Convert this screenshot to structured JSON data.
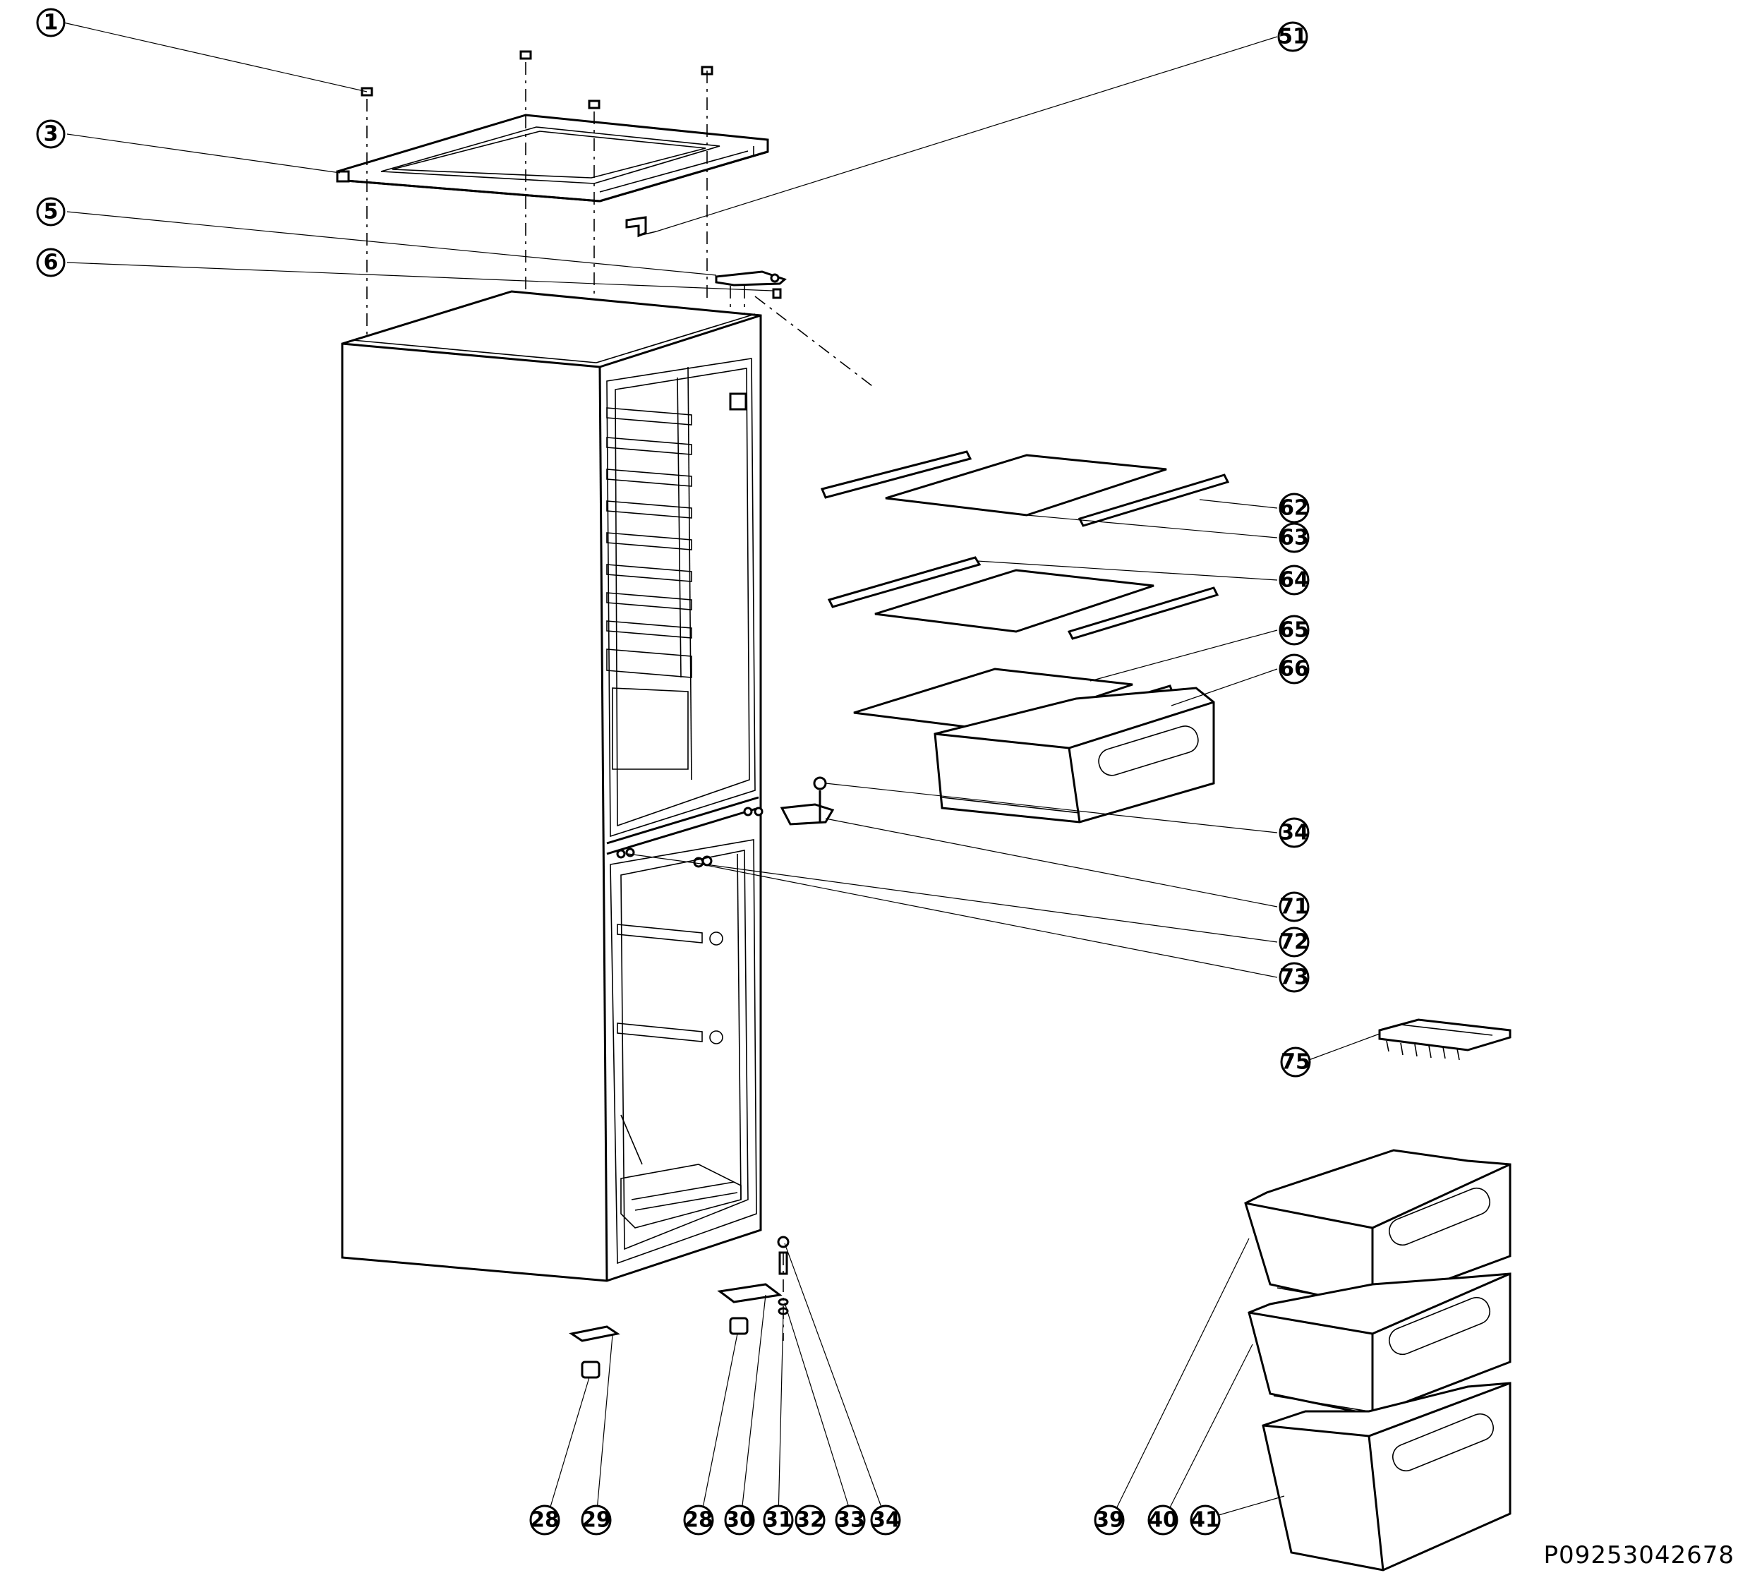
{
  "diagram": {
    "callouts": [
      {
        "id": "1",
        "label": "1"
      },
      {
        "id": "3",
        "label": "3"
      },
      {
        "id": "5",
        "label": "5"
      },
      {
        "id": "6",
        "label": "6"
      },
      {
        "id": "51",
        "label": "51"
      },
      {
        "id": "62",
        "label": "62"
      },
      {
        "id": "63",
        "label": "63"
      },
      {
        "id": "64",
        "label": "64"
      },
      {
        "id": "65",
        "label": "65"
      },
      {
        "id": "66",
        "label": "66"
      },
      {
        "id": "34a",
        "label": "34"
      },
      {
        "id": "71",
        "label": "71"
      },
      {
        "id": "72",
        "label": "72"
      },
      {
        "id": "73",
        "label": "73"
      },
      {
        "id": "75",
        "label": "75"
      },
      {
        "id": "28a",
        "label": "28"
      },
      {
        "id": "29",
        "label": "29"
      },
      {
        "id": "28b",
        "label": "28"
      },
      {
        "id": "30",
        "label": "30"
      },
      {
        "id": "31",
        "label": "31"
      },
      {
        "id": "32",
        "label": "32"
      },
      {
        "id": "33",
        "label": "33"
      },
      {
        "id": "34b",
        "label": "34"
      },
      {
        "id": "39",
        "label": "39"
      },
      {
        "id": "40",
        "label": "40"
      },
      {
        "id": "41",
        "label": "41"
      }
    ],
    "document_code": "P09253042678"
  }
}
